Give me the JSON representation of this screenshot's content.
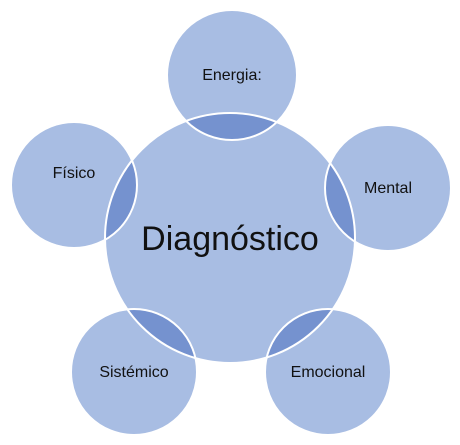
{
  "diagram": {
    "center": {
      "label": "Diagnóstico"
    },
    "nodes": [
      {
        "label": "Energia:"
      },
      {
        "label": "Mental"
      },
      {
        "label": "Emocional"
      },
      {
        "label": "Sistémico"
      },
      {
        "label": "Físico"
      }
    ],
    "colors": {
      "fill": "#a8bde3",
      "overlap": "#7592cf",
      "stroke": "#ffffff"
    }
  }
}
